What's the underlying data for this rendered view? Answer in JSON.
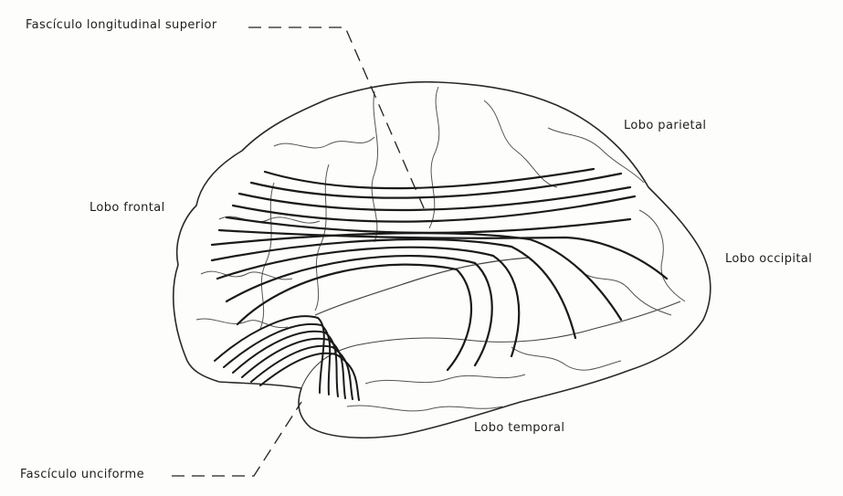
{
  "labels": {
    "superior_longitudinal_fasciculus": "Fascículo longitudinal superior",
    "frontal_lobe": "Lobo frontal",
    "parietal_lobe": "Lobo parietal",
    "occipital_lobe": "Lobo occipital",
    "temporal_lobe": "Lobo temporal",
    "uncinate_fasciculus": "Fascículo unciforme"
  },
  "colors": {
    "background": "#fdfdfb",
    "outline": "#2a2a2a",
    "fibers": "#1a1a1a",
    "leader": "#222222"
  }
}
